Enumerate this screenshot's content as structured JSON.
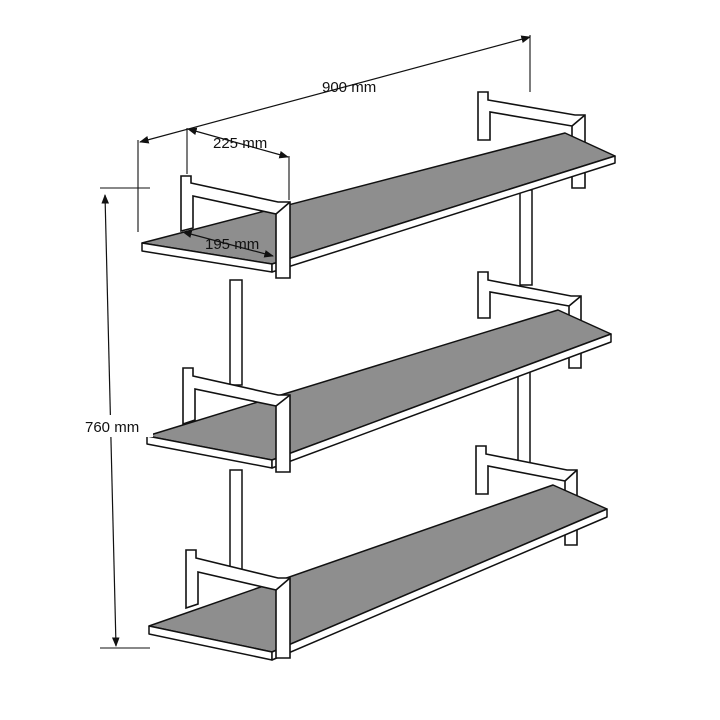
{
  "dimensions": {
    "width_label": "900 mm",
    "bracket_width_label": "225 mm",
    "depth_label": "195 mm",
    "height_label": "760 mm"
  },
  "colors": {
    "board": "#8e8e8e",
    "line": "#111111",
    "background": "#ffffff"
  }
}
